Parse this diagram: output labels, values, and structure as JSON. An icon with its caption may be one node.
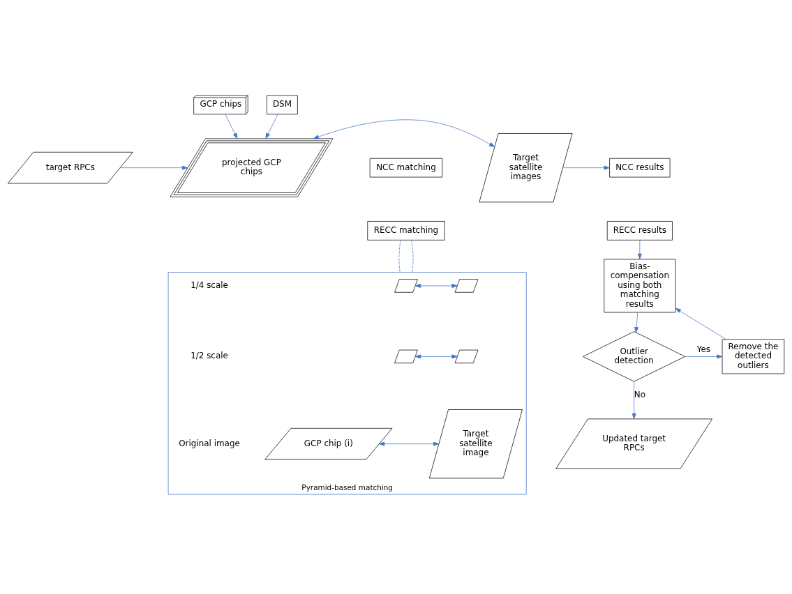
{
  "diagram": {
    "nodes": [
      {
        "text": [
          "GCP chips"
        ]
      },
      {
        "text": [
          "DSM"
        ]
      },
      {
        "text": [
          "target RPCs"
        ]
      },
      {
        "text": [
          "projected GCP chips"
        ]
      },
      {
        "text": [
          "NCC matching"
        ]
      },
      {
        "text": [
          "RECC matching"
        ]
      },
      {
        "text": [
          "Target satellite images"
        ]
      },
      {
        "text": [
          "NCC results"
        ]
      },
      {
        "text": [
          "RECC results"
        ]
      },
      {
        "text": [
          "Bias-compensation using both matching results"
        ]
      },
      {
        "text": [
          "Outlier detection"
        ]
      },
      {
        "text": [
          "Remove the detected outliers"
        ]
      },
      {
        "text": [
          "Updated target RPCs"
        ]
      },
      {
        "text": [
          "Pyramid-based matching"
        ]
      },
      {
        "text": [],
        "shape": "parallelogram",
        "in": 13
      },
      {
        "text": [],
        "shape": "parallelogram",
        "in": 13
      },
      {
        "text": [
          "GCP chip (i)"
        ],
        "in": 13
      },
      {
        "text": [],
        "shape": "parallelogram",
        "in": 13
      },
      {
        "text": [],
        "shape": "parallelogram",
        "in": 13
      },
      {
        "text": [
          "Target satellite image"
        ],
        "in": 13
      }
    ],
    "edges": [
      {
        "from": 0,
        "to": 3,
        "arrow": "to"
      },
      {
        "from": 1,
        "to": 3,
        "arrow": "to"
      },
      {
        "from": 2,
        "to": 3,
        "arrow": "to"
      },
      {
        "from": 3,
        "to": 6,
        "arrow": "both"
      },
      {
        "from": 6,
        "to": 7,
        "arrow": "to"
      },
      {
        "from": 8,
        "to": 9,
        "arrow": "to"
      },
      {
        "from": 9,
        "to": 10,
        "arrow": "to"
      },
      {
        "from": 10,
        "to": 11,
        "arrow": "to",
        "label": "Yes"
      },
      {
        "from": 11,
        "to": 9,
        "arrow": "to"
      },
      {
        "from": 10,
        "to": 12,
        "arrow": "to",
        "label": "No"
      },
      {
        "from": 5,
        "to": 13,
        "arrow": "none",
        "style": "dashed"
      },
      {
        "from": 5,
        "to": 13,
        "arrow": "none",
        "style": "dashed"
      },
      {
        "from": 14,
        "to": 17,
        "arrow": "both"
      },
      {
        "from": 15,
        "to": 18,
        "arrow": "both"
      },
      {
        "from": 16,
        "to": 19,
        "arrow": "both"
      }
    ],
    "labels": [
      "1/4 scale",
      "1/2 scale",
      "Original image"
    ]
  }
}
